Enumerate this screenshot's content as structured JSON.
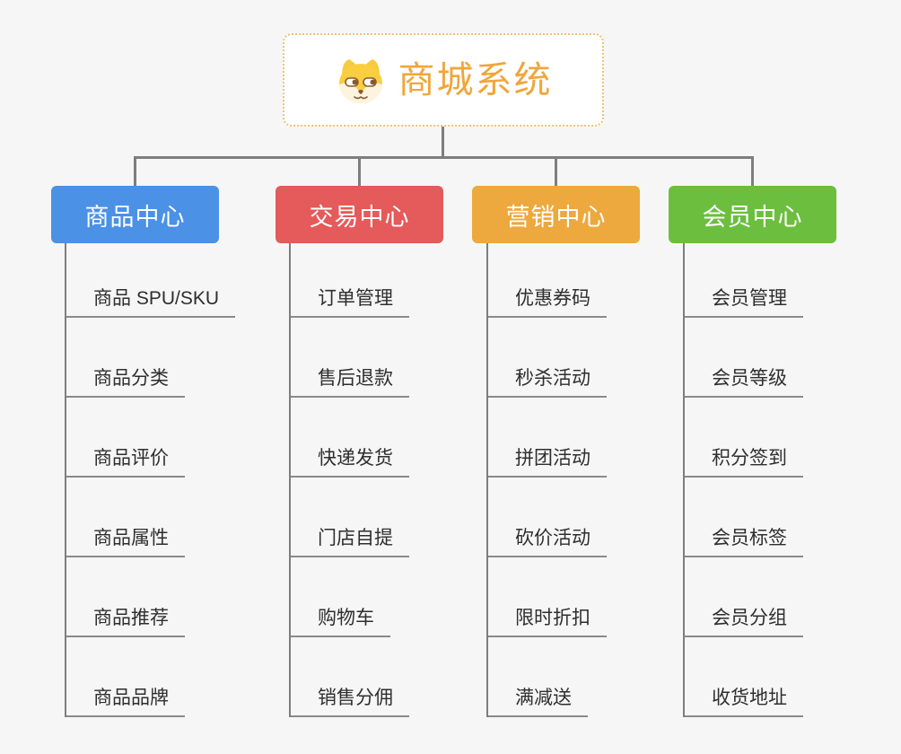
{
  "root": {
    "label": "商城系统",
    "icon": "dog-face-icon"
  },
  "branches": [
    {
      "label": "商品中心",
      "color": "#4b91e5",
      "children": [
        "商品 SPU/SKU",
        "商品分类",
        "商品评价",
        "商品属性",
        "商品推荐",
        "商品品牌"
      ]
    },
    {
      "label": "交易中心",
      "color": "#e55a5a",
      "children": [
        "订单管理",
        "售后退款",
        "快递发货",
        "门店自提",
        "购物车",
        "销售分佣"
      ]
    },
    {
      "label": "营销中心",
      "color": "#eda93d",
      "children": [
        "优惠券码",
        "秒杀活动",
        "拼团活动",
        "砍价活动",
        "限时折扣",
        "满减送"
      ]
    },
    {
      "label": "会员中心",
      "color": "#6cbe3f",
      "children": [
        "会员管理",
        "会员等级",
        "积分签到",
        "会员标签",
        "会员分组",
        "收货地址"
      ]
    }
  ],
  "colors": {
    "root_text": "#f0a63c",
    "root_border": "#f3c06f",
    "connector": "#7e7e7e",
    "underline": "#8a8a8a",
    "child_text": "#2e2e2e",
    "background": "#f6f6f6"
  }
}
